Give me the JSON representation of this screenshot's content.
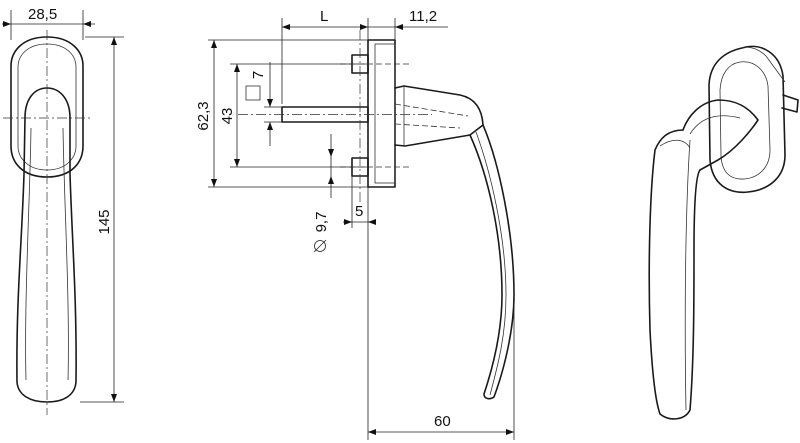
{
  "dimensions": {
    "front_width": "28,5",
    "front_height": "145",
    "spindle_length": "L",
    "rose_thickness": "11,2",
    "square_size": "7",
    "screw_spacing_outer": "62,3",
    "screw_spacing_inner": "43",
    "screw_diameter": "9,7",
    "screw_offset": "5",
    "handle_projection": "60"
  }
}
